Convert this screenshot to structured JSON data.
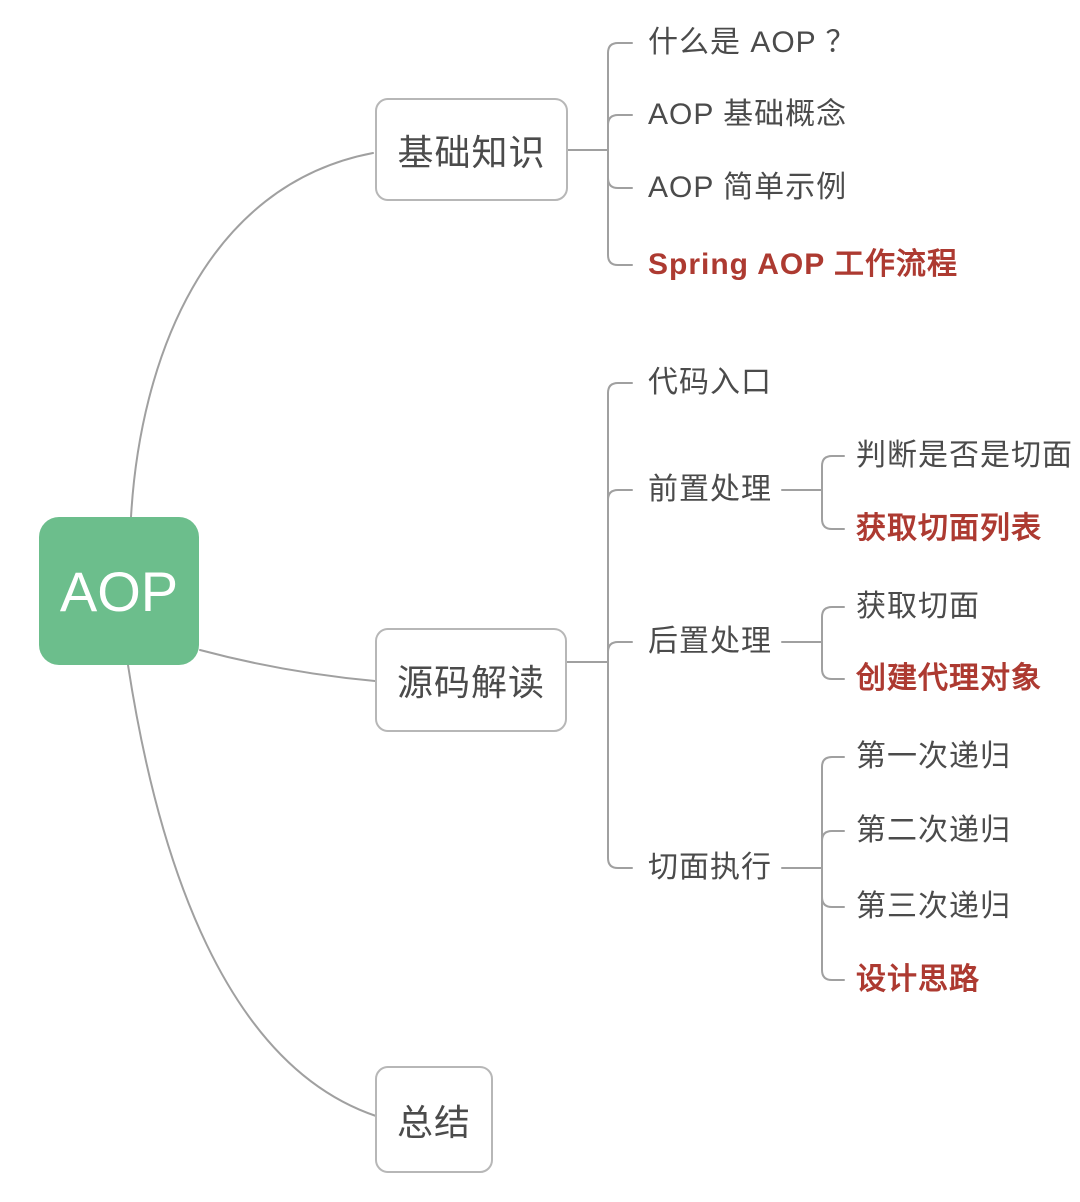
{
  "root": {
    "label": "AOP"
  },
  "branches": [
    {
      "label": "基础知识",
      "children": [
        {
          "label": "什么是 AOP ？",
          "highlight": false
        },
        {
          "label": "AOP 基础概念",
          "highlight": false
        },
        {
          "label": "AOP 简单示例",
          "highlight": false
        },
        {
          "label": "Spring AOP 工作流程",
          "highlight": true
        }
      ]
    },
    {
      "label": "源码解读",
      "children": [
        {
          "label": "代码入口",
          "highlight": false
        },
        {
          "label": "前置处理",
          "highlight": false,
          "children": [
            {
              "label": "判断是否是切面",
              "highlight": false
            },
            {
              "label": "获取切面列表",
              "highlight": true
            }
          ]
        },
        {
          "label": "后置处理",
          "highlight": false,
          "children": [
            {
              "label": "获取切面",
              "highlight": false
            },
            {
              "label": "创建代理对象",
              "highlight": true
            }
          ]
        },
        {
          "label": "切面执行",
          "highlight": false,
          "children": [
            {
              "label": "第一次递归",
              "highlight": false
            },
            {
              "label": "第二次递归",
              "highlight": false
            },
            {
              "label": "第三次递归",
              "highlight": false
            },
            {
              "label": "设计思路",
              "highlight": true
            }
          ]
        }
      ]
    },
    {
      "label": "总结"
    }
  ],
  "colors": {
    "root_bg": "#6cbe8c",
    "root_text": "#ffffff",
    "line": "#a0a0a0",
    "box_border": "#b7b7b7",
    "text": "#4b4b4b",
    "highlight": "#ad3a31"
  }
}
